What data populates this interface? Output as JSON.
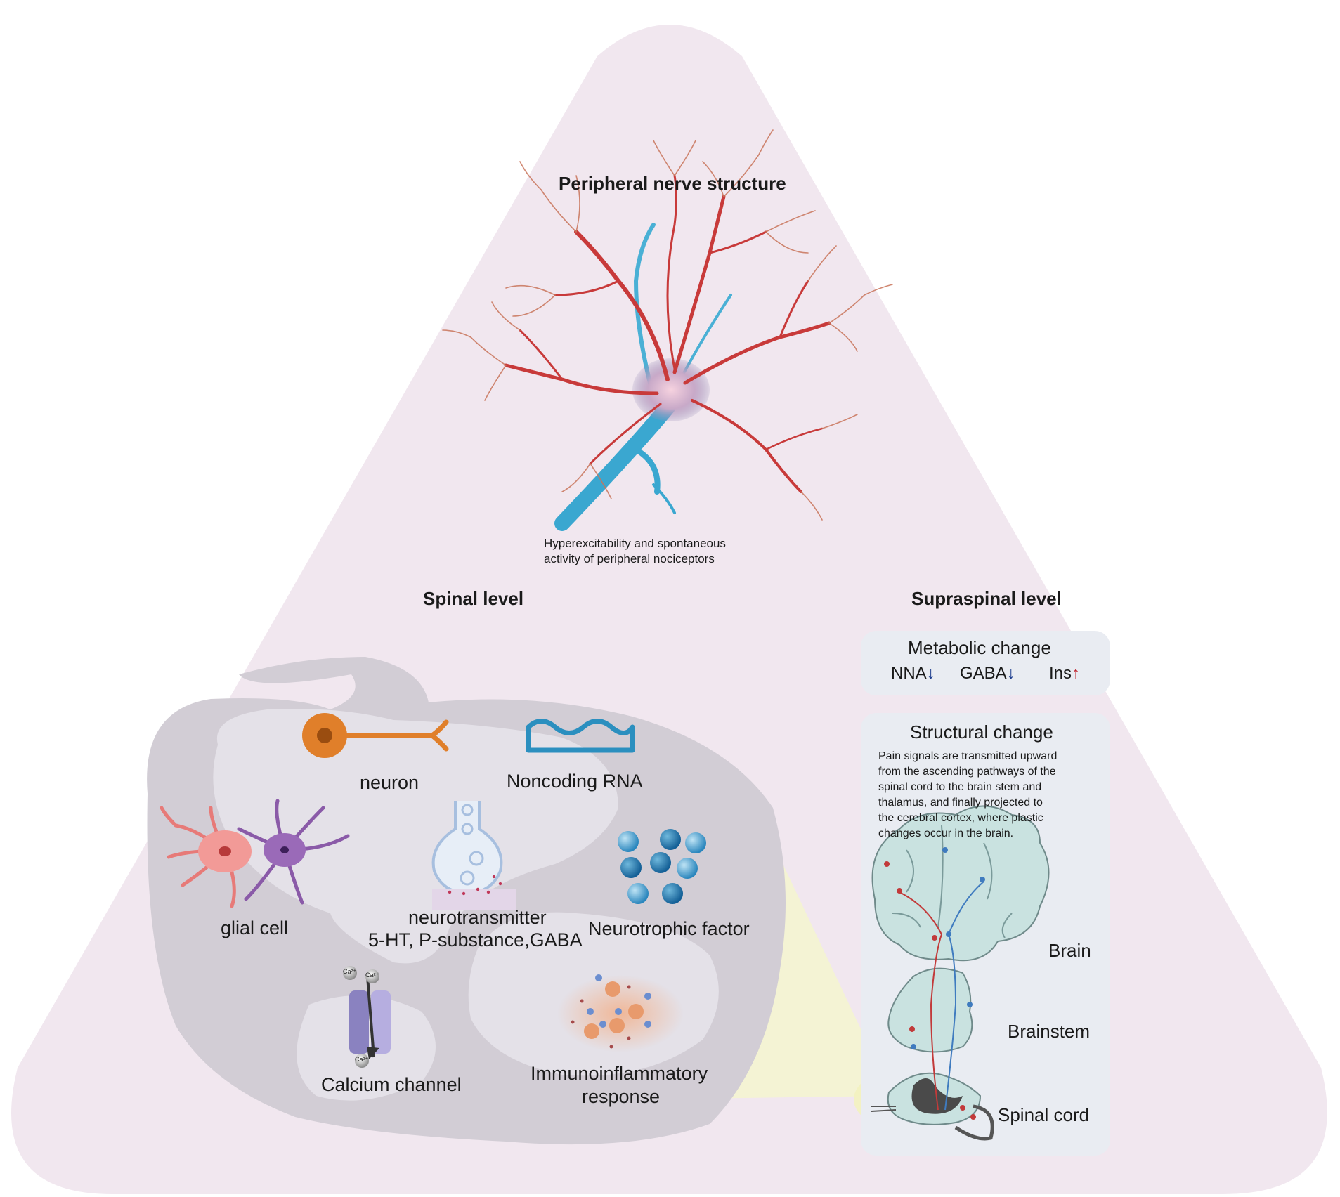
{
  "top": {
    "title": "Peripheral nerve structure",
    "caption_line1": "Hyperexcitability and spontaneous",
    "caption_line2": "activity of peripheral nociceptors"
  },
  "spinal": {
    "title": "Spinal level",
    "items": {
      "neuron": "neuron",
      "noncoding_rna": "Noncoding RNA",
      "glial_cell": "glial cell",
      "neurotransmitter_line1": "neurotransmitter",
      "neurotransmitter_line2": "5-HT, P-substance,GABA",
      "neurotrophic_factor": "Neurotrophic factor",
      "calcium_channel": "Calcium channel",
      "immuno_line1": "Immunoinflammatory",
      "immuno_line2": "response",
      "ca_ion": "Ca²⁺"
    }
  },
  "supraspinal": {
    "title": "Supraspinal level",
    "metabolic": {
      "title": "Metabolic change",
      "markers": [
        {
          "name": "NNA",
          "direction": "down",
          "arrow": "↓",
          "color": "#1f3f8f"
        },
        {
          "name": "GABA",
          "direction": "down",
          "arrow": "↓",
          "color": "#1f3f8f"
        },
        {
          "name": "Ins",
          "direction": "up",
          "arrow": "↑",
          "color": "#c0202a"
        }
      ]
    },
    "structural": {
      "title": "Structural change",
      "text_lines": [
        "Pain signals are transmitted upward",
        "from the ascending pathways of the",
        "spinal cord to the brain stem and",
        "thalamus, and finally projected to",
        "the cerebral cortex, where plastic",
        "changes occur in the brain."
      ],
      "regions": {
        "brain": "Brain",
        "brainstem": "Brainstem",
        "spinal_cord": "Spinal cord"
      }
    }
  },
  "colors": {
    "triangle": "#f1e7ef",
    "spinal_gray": "#d4ced6",
    "spinal_light": "#e4e2e8",
    "neuron_orange": "#e07f2a",
    "rna_blue": "#2b8fbf",
    "axon_blue": "#3aa7d0",
    "dendrite_red": "#c83a3a",
    "brain_teal": "#c9e2e0",
    "highlight_yellow": "#f6f5c8"
  }
}
